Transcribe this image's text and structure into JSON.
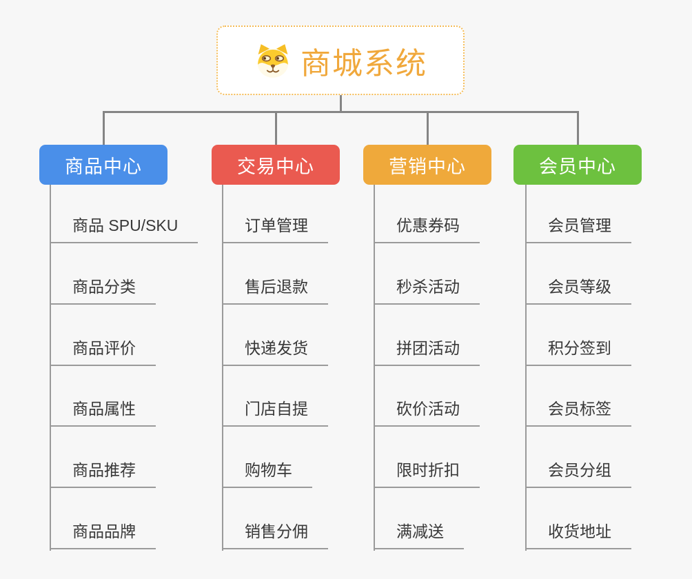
{
  "palette": {
    "background": "#F7F7F7",
    "connector": "#858585",
    "branch_line": "#9A9A9A",
    "item_text": "#383838"
  },
  "root": {
    "title": "商城系统",
    "icon": "shiba-dog-icon",
    "text_color": "#F0A83C",
    "border_color": "#F5BC56",
    "background": "#FFFFFF"
  },
  "branches": [
    {
      "label": "商品中心",
      "color": "#4A8FE9",
      "items": [
        "商品 SPU/SKU",
        "商品分类",
        "商品评价",
        "商品属性",
        "商品推荐",
        "商品品牌"
      ]
    },
    {
      "label": "交易中心",
      "color": "#EA5A50",
      "items": [
        "订单管理",
        "售后退款",
        "快递发货",
        "门店自提",
        "购物车",
        "销售分佣"
      ]
    },
    {
      "label": "营销中心",
      "color": "#EFA93B",
      "items": [
        "优惠券码",
        "秒杀活动",
        "拼团活动",
        "砍价活动",
        "限时折扣",
        "满减送"
      ]
    },
    {
      "label": "会员中心",
      "color": "#6DC13F",
      "items": [
        "会员管理",
        "会员等级",
        "积分签到",
        "会员标签",
        "会员分组",
        "收货地址"
      ]
    }
  ]
}
